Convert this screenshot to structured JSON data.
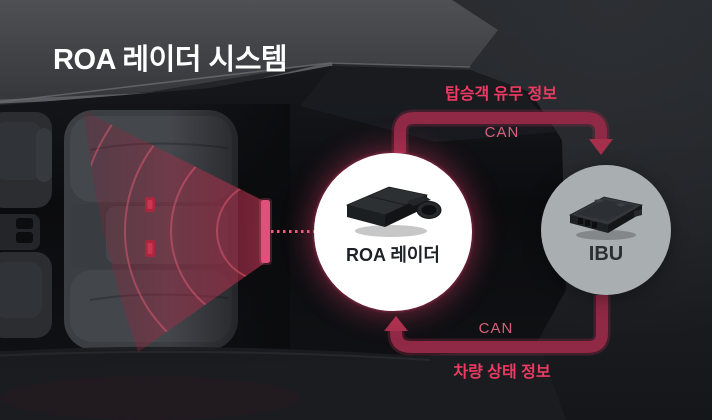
{
  "title": "ROA 레이더 시스템",
  "flows": {
    "top": {
      "info_label": "탑승객 유무 정보",
      "bus_label": "CAN",
      "direction": "radar-to-ibu"
    },
    "bottom": {
      "info_label": "차량 상태 정보",
      "bus_label": "CAN",
      "direction": "ibu-to-radar"
    }
  },
  "nodes": {
    "radar": {
      "label": "ROA 레이더"
    },
    "ibu": {
      "label": "IBU"
    }
  },
  "icons": {
    "radar_device": "roa-radar-device-icon",
    "ibu_device": "ibu-device-icon",
    "beam": "radar-beam"
  },
  "colors": {
    "title": "#ffffff",
    "accent_pink": "#ee3a63",
    "can_text": "#d7607a",
    "arrow_body": "#8f2945",
    "arrow_head": "#a5304c",
    "beam": "#d22a50",
    "radar_node_bg": "#ffffff",
    "ibu_node_bg": "#a9aeb0",
    "background": "#212428"
  }
}
